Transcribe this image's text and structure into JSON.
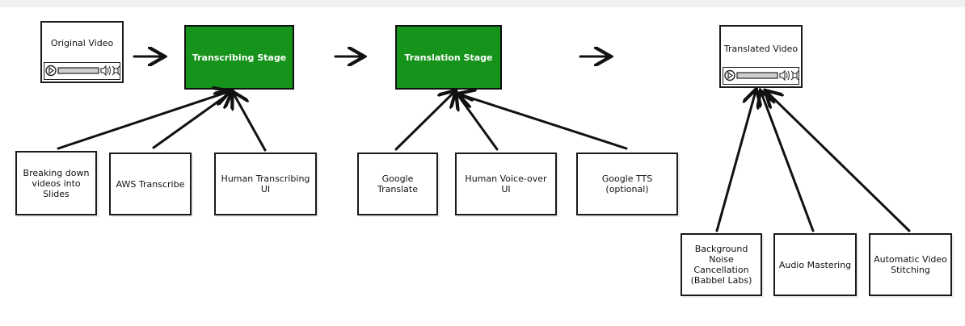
{
  "videos": {
    "original": "Original Video",
    "translated": "Translated Video"
  },
  "stages": {
    "transcribing": "Transcribing Stage",
    "translation": "Translation Stage"
  },
  "inputs": {
    "slides": "Breaking down videos into Slides",
    "aws": "AWS Transcribe",
    "human_transcribing": "Human Transcribing UI",
    "google_translate": "Google Translate",
    "human_voiceover": "Human Voice-over UI",
    "google_tts": "Google TTS (optional)",
    "noise": "Background Noise Cancellation (Babbel Labs)",
    "mastering": "Audio Mastering",
    "stitching": "Automatic Video Stitching"
  },
  "colors": {
    "stage_fill": "#16931b",
    "stroke": "#111111"
  }
}
